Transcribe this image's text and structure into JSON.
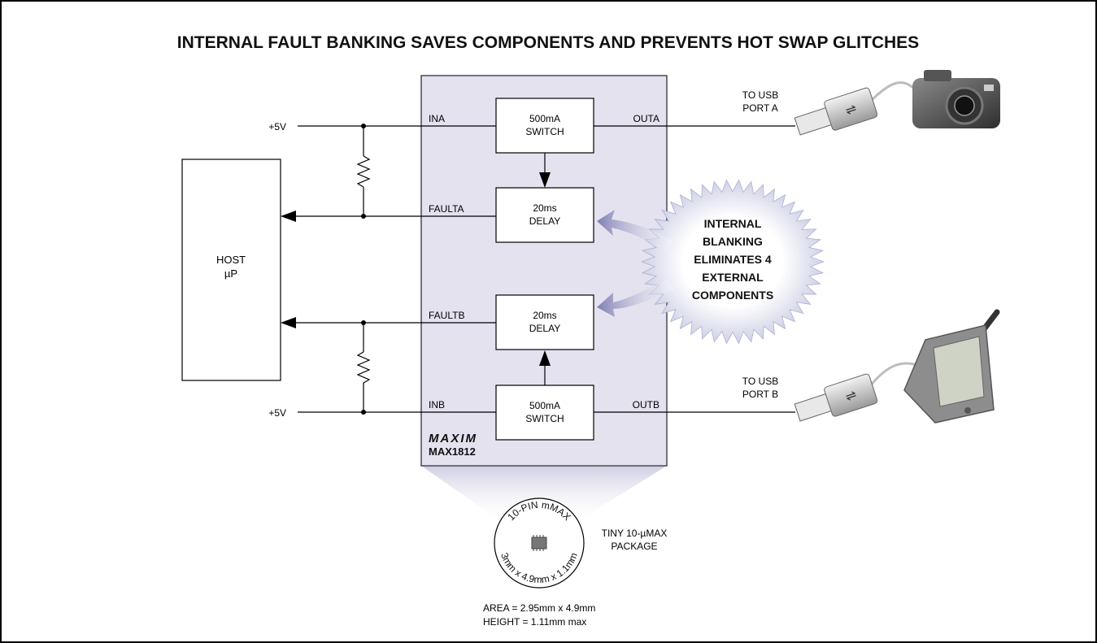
{
  "title": "INTERNAL FAULT BANKING SAVES COMPONENTS AND PREVENTS HOT SWAP GLITCHES",
  "host": {
    "line1": "HOST",
    "line2": "µP"
  },
  "supply_a": "+5V",
  "supply_b": "+5V",
  "pins": {
    "ina": "INA",
    "outa": "OUTA",
    "faulta": "FAULTA",
    "faultb": "FAULTB",
    "inb": "INB",
    "outb": "OUTB"
  },
  "blocks": {
    "switch_a": {
      "line1": "500mA",
      "line2": "SWITCH"
    },
    "delay_a": {
      "line1": "20ms",
      "line2": "DELAY"
    },
    "delay_b": {
      "line1": "20ms",
      "line2": "DELAY"
    },
    "switch_b": {
      "line1": "500mA",
      "line2": "SWITCH"
    }
  },
  "chip": {
    "brand": "MAXIM",
    "part": "MAX1812"
  },
  "ports": {
    "a": {
      "line1": "TO USB",
      "line2": "PORT A"
    },
    "b": {
      "line1": "TO USB",
      "line2": "PORT B"
    }
  },
  "callout": [
    "INTERNAL",
    "BLANKING",
    "ELIMINATES 4",
    "EXTERNAL",
    "COMPONENTS"
  ],
  "package_circle": {
    "top_arc": "10-PIN mMAX",
    "bottom_arc": "3mm x 4.9mm x 1.1mm"
  },
  "package_label": {
    "line1": "TINY 10-µMAX",
    "line2": "PACKAGE"
  },
  "dimensions": {
    "line1": "AREA = 2.95mm x 4.9mm",
    "line2": "HEIGHT = 1.11mm max"
  },
  "colors": {
    "chip_fill": "#e4e2ee",
    "chip_stroke": "#4a4a55",
    "callout_arrow": "#7f7fb4",
    "cone": "#d7d6e6"
  }
}
